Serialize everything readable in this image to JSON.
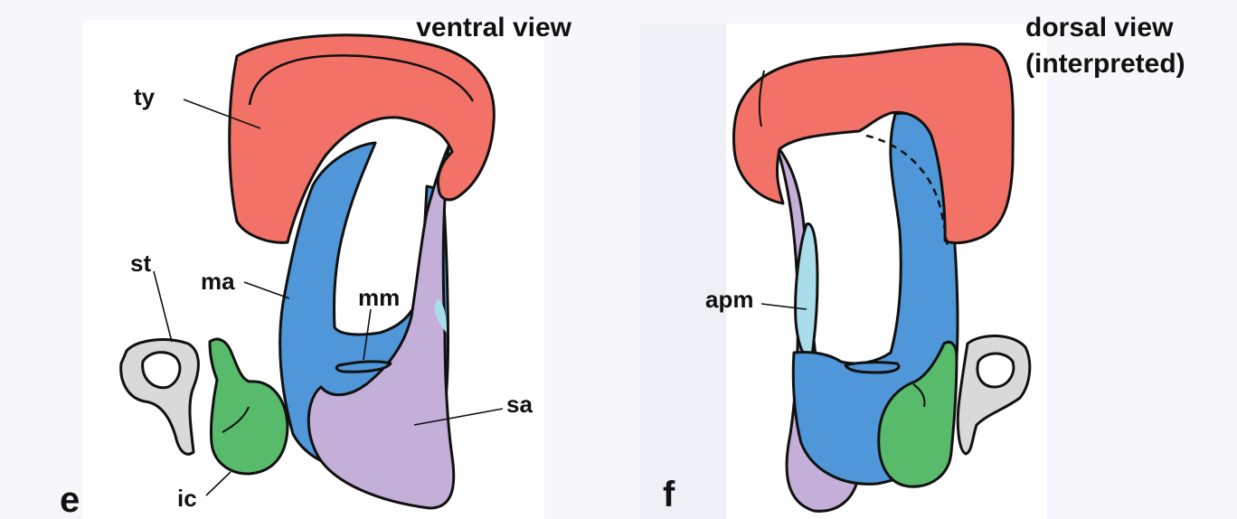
{
  "panels": [
    {
      "letter": "e",
      "title_lines": [
        "ventral view"
      ],
      "labels": {
        "ty": "ty",
        "st": "st",
        "ma": "ma",
        "mm": "mm",
        "sa": "sa",
        "ic": "ic"
      }
    },
    {
      "letter": "f",
      "title_lines": [
        "dorsal view",
        "(interpreted)"
      ],
      "labels": {
        "apm": "apm"
      }
    }
  ],
  "colors": {
    "tympanic": "#f27268",
    "malleus": "#4f97d8",
    "surangular": "#c4afd9",
    "incus": "#58bb6b",
    "stapes": "#d9d9d9",
    "apm": "#a9dde9",
    "background": "#f7f7fb"
  }
}
